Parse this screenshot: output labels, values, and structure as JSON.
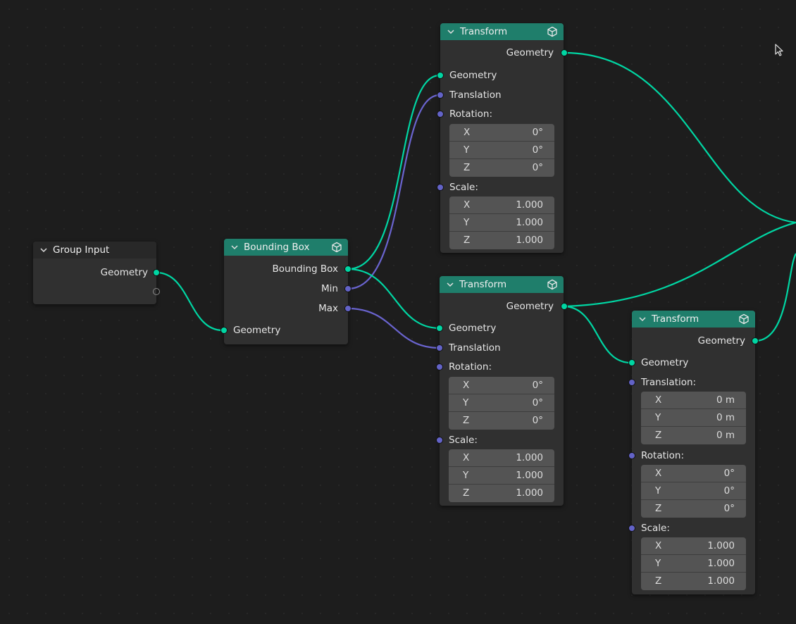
{
  "colors": {
    "geometry_socket": "#00d6a3",
    "vector_socket": "#6363c7",
    "geometry_node_header": "#1f7e6b",
    "group_node_header": "#282828",
    "background": "#1d1d1d"
  },
  "nodes": {
    "group_input": {
      "title": "Group Input",
      "outputs": [
        "Geometry"
      ]
    },
    "bounding_box": {
      "title": "Bounding Box",
      "outputs": [
        "Bounding Box",
        "Min",
        "Max"
      ],
      "inputs": [
        "Geometry"
      ],
      "icon": "cube-icon"
    },
    "transform_top": {
      "title": "Transform",
      "output": "Geometry",
      "geometry": "Geometry",
      "translation": "Translation",
      "rotation_label": "Rotation:",
      "rotation": [
        {
          "axis": "X",
          "value": "0°"
        },
        {
          "axis": "Y",
          "value": "0°"
        },
        {
          "axis": "Z",
          "value": "0°"
        }
      ],
      "scale_label": "Scale:",
      "scale": [
        {
          "axis": "X",
          "value": "1.000"
        },
        {
          "axis": "Y",
          "value": "1.000"
        },
        {
          "axis": "Z",
          "value": "1.000"
        }
      ]
    },
    "transform_mid": {
      "title": "Transform",
      "output": "Geometry",
      "geometry": "Geometry",
      "translation": "Translation",
      "rotation_label": "Rotation:",
      "rotation": [
        {
          "axis": "X",
          "value": "0°"
        },
        {
          "axis": "Y",
          "value": "0°"
        },
        {
          "axis": "Z",
          "value": "0°"
        }
      ],
      "scale_label": "Scale:",
      "scale": [
        {
          "axis": "X",
          "value": "1.000"
        },
        {
          "axis": "Y",
          "value": "1.000"
        },
        {
          "axis": "Z",
          "value": "1.000"
        }
      ]
    },
    "transform_right": {
      "title": "Transform",
      "output": "Geometry",
      "geometry": "Geometry",
      "translation_label": "Translation:",
      "translation": [
        {
          "axis": "X",
          "value": "0 m"
        },
        {
          "axis": "Y",
          "value": "0 m"
        },
        {
          "axis": "Z",
          "value": "0 m"
        }
      ],
      "rotation_label": "Rotation:",
      "rotation": [
        {
          "axis": "X",
          "value": "0°"
        },
        {
          "axis": "Y",
          "value": "0°"
        },
        {
          "axis": "Z",
          "value": "0°"
        }
      ],
      "scale_label": "Scale:",
      "scale": [
        {
          "axis": "X",
          "value": "1.000"
        },
        {
          "axis": "Y",
          "value": "1.000"
        },
        {
          "axis": "Z",
          "value": "1.000"
        }
      ]
    }
  }
}
